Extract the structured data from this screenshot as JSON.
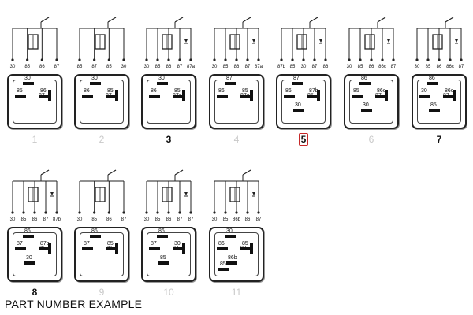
{
  "footer_text": "PART NUMBER EXAMPLE",
  "relays": [
    {
      "number": "1",
      "style": "light",
      "schematic_pins": [
        "30",
        "85",
        "86",
        "87"
      ],
      "pins": [
        [
          "30",
          "h"
        ],
        [
          "85",
          "h"
        ],
        [
          "87",
          "v"
        ],
        [
          "86",
          "h"
        ]
      ]
    },
    {
      "number": "2",
      "style": "light",
      "schematic_pins": [
        "85",
        "87",
        "85",
        "30"
      ],
      "pins": [
        [
          "30",
          "h"
        ],
        [
          "86",
          "h"
        ],
        [
          "87",
          "v"
        ],
        [
          "85",
          "h"
        ]
      ]
    },
    {
      "number": "3",
      "style": "dark",
      "schematic_pins": [
        "30",
        "85",
        "86",
        "87",
        "87a"
      ],
      "pins": [
        [
          "30",
          "h"
        ],
        [
          "86",
          "h"
        ],
        [
          "87a",
          "v"
        ],
        [
          "85",
          "h"
        ]
      ]
    },
    {
      "number": "4",
      "style": "light",
      "schematic_pins": [
        "30",
        "85",
        "86",
        "87",
        "87a"
      ],
      "pins": [
        [
          "87",
          "h"
        ],
        [
          "86",
          "h"
        ],
        [
          "87a",
          "v"
        ],
        [
          "85",
          "h"
        ]
      ]
    },
    {
      "number": "5",
      "style": "boxed",
      "schematic_pins": [
        "87b",
        "85",
        "30",
        "87",
        "86"
      ],
      "pins": [
        [
          "87",
          "h"
        ],
        [
          "86",
          "h"
        ],
        [
          "87b",
          "h"
        ],
        [
          "85",
          "v"
        ],
        [
          "30",
          "h"
        ]
      ]
    },
    {
      "number": "6",
      "style": "light",
      "schematic_pins": [
        "30",
        "85",
        "86",
        "86c",
        "87"
      ],
      "pins": [
        [
          "86",
          "h"
        ],
        [
          "85",
          "h"
        ],
        [
          "87",
          "v"
        ],
        [
          "86c",
          "h"
        ],
        [
          "30",
          "h"
        ]
      ]
    },
    {
      "number": "7",
      "style": "dark",
      "schematic_pins": [
        "30",
        "85",
        "86",
        "86c",
        "87"
      ],
      "pins": [
        [
          "86",
          "h"
        ],
        [
          "30",
          "h"
        ],
        [
          "87",
          "v"
        ],
        [
          "86c",
          "h"
        ],
        [
          "85",
          "h"
        ]
      ]
    },
    {
      "number": "8",
      "style": "dark",
      "schematic_pins": [
        "30",
        "85",
        "86",
        "87",
        "87b"
      ],
      "pins": [
        [
          "86",
          "h"
        ],
        [
          "87",
          "h"
        ],
        [
          "87b",
          "h"
        ],
        [
          "85",
          "v"
        ],
        [
          "30",
          "h"
        ]
      ]
    },
    {
      "number": "9",
      "style": "light",
      "schematic_pins": [
        "30",
        "85",
        "86",
        "87"
      ],
      "pins": [
        [
          "86",
          "h"
        ],
        [
          "87",
          "h"
        ],
        [
          "30",
          "v"
        ],
        [
          "85",
          "h"
        ]
      ]
    },
    {
      "number": "10",
      "style": "light",
      "schematic_pins": [
        "30",
        "85",
        "86",
        "87",
        "87"
      ],
      "pins": [
        [
          "86",
          "h"
        ],
        [
          "87",
          "h"
        ],
        [
          "30",
          "h"
        ],
        [
          "87",
          "v"
        ],
        [
          "85",
          "h"
        ]
      ]
    },
    {
      "number": "11",
      "style": "light",
      "schematic_pins": [
        "30",
        "85",
        "86b",
        "86",
        "87"
      ],
      "pins": [
        [
          "30",
          "h"
        ],
        [
          "86",
          "h"
        ],
        [
          "85",
          "h"
        ],
        [
          "87",
          "v"
        ],
        [
          "86b",
          "h"
        ],
        [
          "85",
          "h"
        ]
      ]
    }
  ]
}
